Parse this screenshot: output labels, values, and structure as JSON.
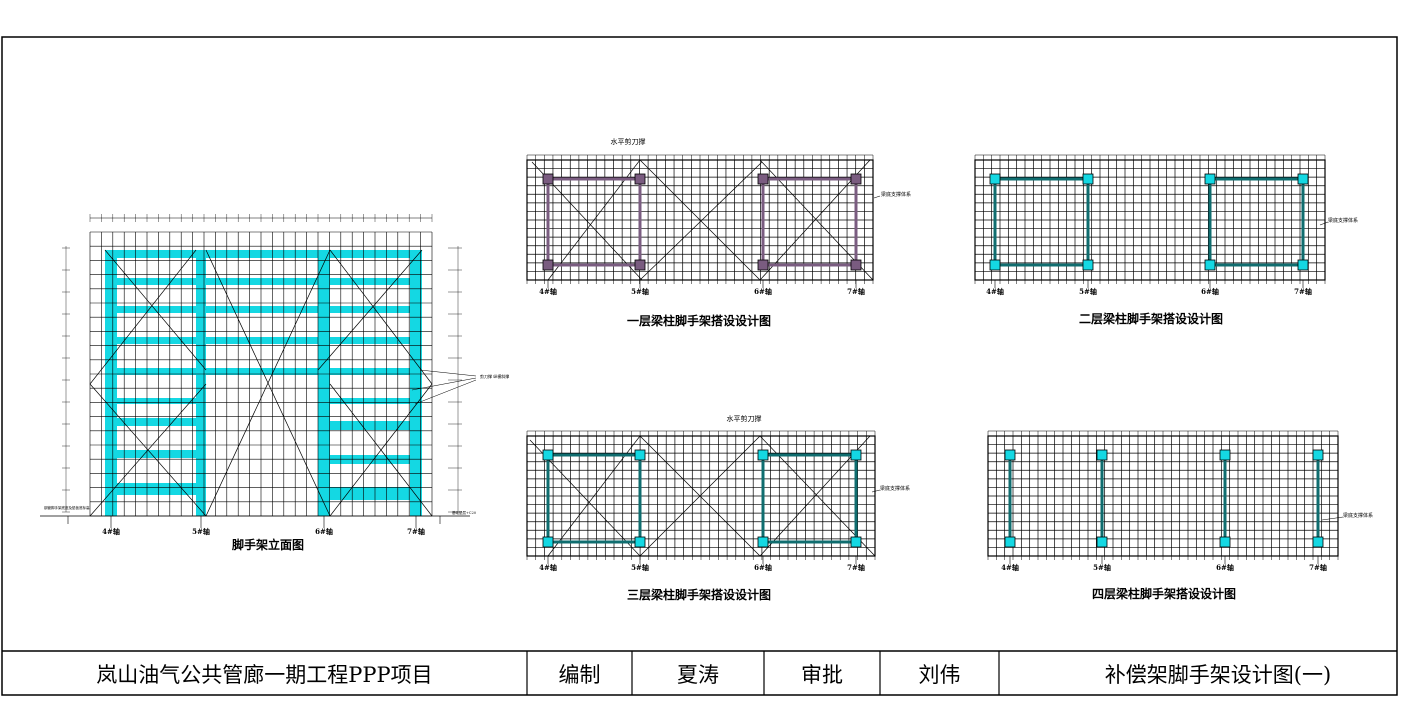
{
  "colors": {
    "frame": "#000000",
    "pipe_rack": "#14d8e3",
    "pipe_rack_dark": "#0f6d6f",
    "column_purple": "#7a5c80",
    "grid": "#000000"
  },
  "elevation": {
    "caption": "脚手架立面图",
    "axis_labels": [
      "4#轴",
      "5#轴",
      "6#轴",
      "7#轴"
    ],
    "callout": "剪刀撑 纵横斜撑",
    "left_note": "钢管脚手架底座及垫板底标高",
    "right_note": "基础垫层+C20"
  },
  "plans": [
    {
      "id": "floor1",
      "caption": "一层梁柱脚手架搭设设计图",
      "axis_labels": [
        "4#轴",
        "5#轴",
        "6#轴",
        "7#轴"
      ],
      "callout_top": "水平剪刀撑",
      "callout_side": "梁底支撑体系"
    },
    {
      "id": "floor2",
      "caption": "二层梁柱脚手架搭设设计图",
      "axis_labels": [
        "4#轴",
        "5#轴",
        "6#轴",
        "7#轴"
      ],
      "callout_side": "梁底支撑体系"
    },
    {
      "id": "floor3",
      "caption": "三层梁柱脚手架搭设设计图",
      "axis_labels": [
        "4#轴",
        "5#轴",
        "6#轴",
        "7#轴"
      ],
      "callout_top": "水平剪刀撑",
      "callout_side": "梁底支撑体系"
    },
    {
      "id": "floor4",
      "caption": "四层梁柱脚手架搭设设计图",
      "axis_labels": [
        "4#轴",
        "5#轴",
        "6#轴",
        "7#轴"
      ],
      "callout_side": "梁底支撑体系"
    }
  ],
  "title_block": {
    "project": "岚山油气公共管廊一期工程PPP项目",
    "prepared_label": "编制",
    "prepared_by": "夏涛",
    "approved_label": "审批",
    "approved_by": "刘伟",
    "drawing_title": "补偿架脚手架设计图(一)"
  }
}
